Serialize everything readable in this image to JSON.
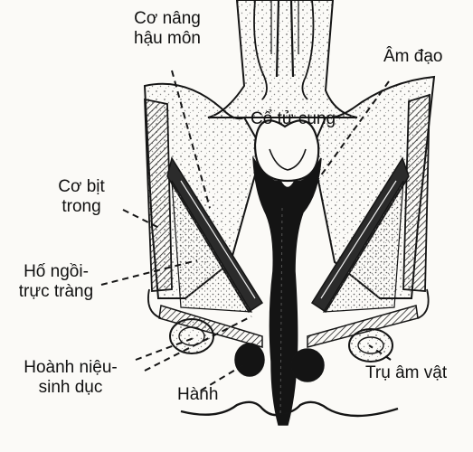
{
  "diagram": {
    "labels": {
      "levator_ani": [
        "Cơ nâng",
        "hậu môn"
      ],
      "vagina": "Âm đạo",
      "cervix": "Cổ tử cung",
      "obturator_internus": [
        "Cơ bịt",
        "trong"
      ],
      "ischiorectal_fossa": [
        "Hố ngồi-",
        "trực tràng"
      ],
      "urogenital_diaphragm": [
        "Hoành niệu-",
        "sinh dục"
      ],
      "bulb": "Hành",
      "clitoral_crus": "Trụ âm vật"
    },
    "colors": {
      "ink": "#151515",
      "paper": "#fbfaf7",
      "stipple": "#6f6f6f"
    }
  }
}
